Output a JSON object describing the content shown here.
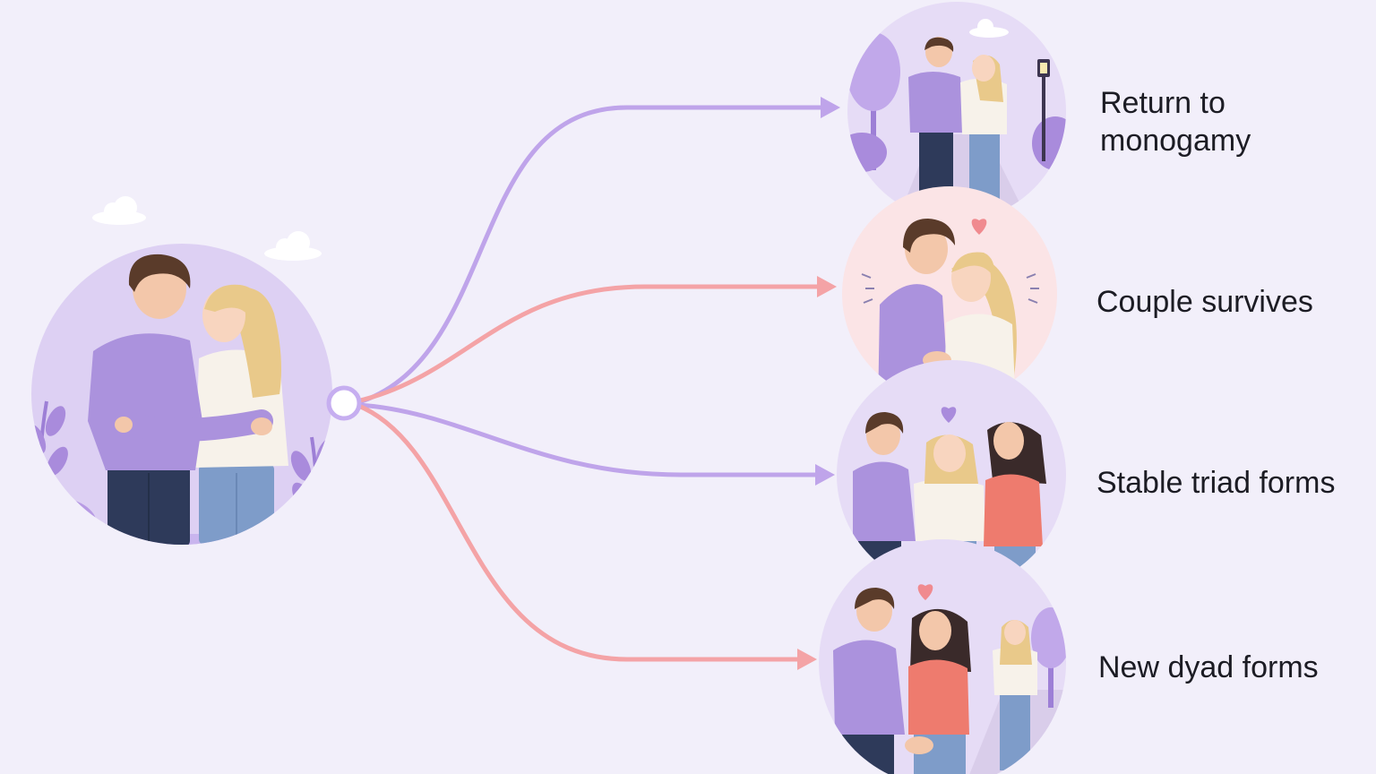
{
  "diagram": {
    "title": "",
    "start_node": {
      "name": "couple"
    },
    "outcomes": [
      {
        "id": "return-to-monogamy",
        "label": "Return to monogamy",
        "branch_color": "#bfa4ea",
        "scene": "couple-walking-in-park"
      },
      {
        "id": "couple-survives",
        "label": "Couple survives",
        "branch_color": "#f4a3a6",
        "scene": "couple-embracing-with-heart"
      },
      {
        "id": "stable-triad-forms",
        "label": "Stable triad forms",
        "branch_color": "#bfa4ea",
        "scene": "three-people-holding-hands"
      },
      {
        "id": "new-dyad-forms",
        "label": "New dyad forms",
        "branch_color": "#f4a3a6",
        "scene": "new-couple-with-onlooker"
      }
    ]
  },
  "colors": {
    "background": "#f2effa",
    "lavender": "#bfa4ea",
    "coral": "#f4a3a6",
    "node_ring": "#c6aef0"
  }
}
